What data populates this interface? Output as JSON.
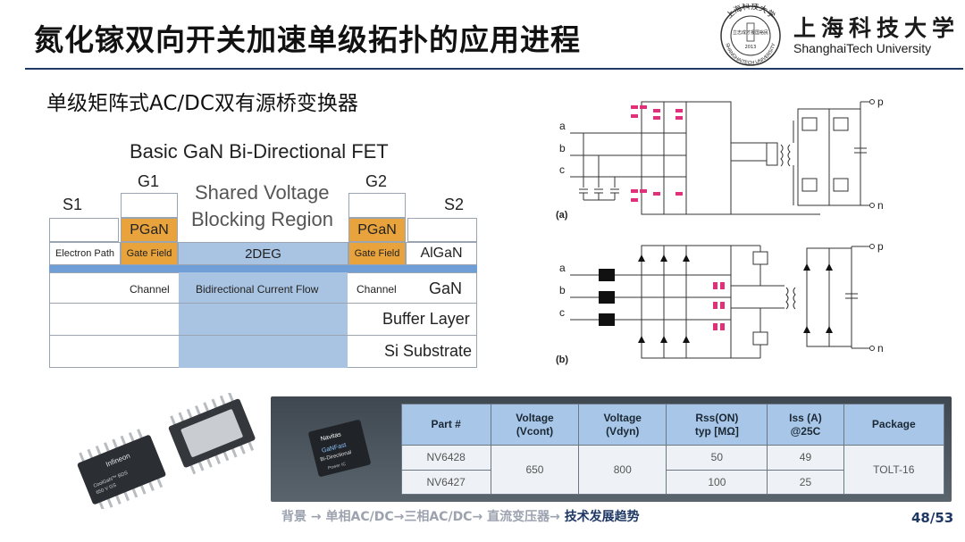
{
  "slide": {
    "title": "氮化镓双向开关加速单级拓扑的应用进程",
    "subtitle": "单级矩阵式AC/DC双有源桥变换器",
    "page_number": "48/53"
  },
  "university": {
    "name_cn": "上海科技大学",
    "name_en": "ShanghaiTech University",
    "seal_top": "上海科技大学",
    "seal_bottom": "SHANGHAITECH UNIVERSITY",
    "seal_left": "立志成才",
    "seal_right": "报国裕民",
    "seal_year": "2013"
  },
  "gan_figure": {
    "title": "Basic GaN Bi-Directional FET",
    "s1": "S1",
    "s2": "S2",
    "g1": "G1",
    "g2": "G2",
    "pgan_left": "PGaN",
    "pgan_right": "PGaN",
    "shared_line1": "Shared Voltage",
    "shared_line2": "Blocking Region",
    "electron_path": "Electron Path",
    "gate_field_left": "Gate Field",
    "twodeg": "2DEG",
    "gate_field_right": "Gate Field",
    "algan": "AlGaN",
    "channel_left": "Channel",
    "bidirectional_flow": "Bidirectional Current Flow",
    "channel_right": "Channel",
    "gan": "GaN",
    "buffer_layer": "Buffer Layer",
    "si_substrate": "Si Substrate"
  },
  "circuit": {
    "label_a": "(a)",
    "label_b": "(b)",
    "node_a": "a",
    "node_b": "b",
    "node_c": "c",
    "node_p": "p",
    "node_n": "n"
  },
  "chip_photo": {
    "brand": "Infineon",
    "marking_line1": "CoolGaN™ BDS",
    "marking_line2": "650 V GS"
  },
  "navitas_chip": {
    "brand": "Navitas",
    "line1": "GaNFast",
    "line2": "Bi-Directional",
    "line3": "Power IC"
  },
  "spec_table": {
    "headers": [
      "Part #",
      "Voltage (Vcont)",
      "Voltage (Vdyn)",
      "Rss(ON) typ [MΩ]",
      "Iss (A) @25C",
      "Package"
    ],
    "h_part": "Part #",
    "h_vcont_1": "Voltage",
    "h_vcont_2": "(Vcont)",
    "h_vdyn_1": "Voltage",
    "h_vdyn_2": "(Vdyn)",
    "h_rss_1": "Rss(ON)",
    "h_rss_2": "typ [MΩ]",
    "h_iss_1": "Iss (A)",
    "h_iss_2": "@25C",
    "h_pkg": "Package",
    "rows": [
      {
        "part": "NV6428",
        "vcont": "650",
        "vdyn": "800",
        "rss": "50",
        "iss": "49",
        "package": "TOLT-16"
      },
      {
        "part": "NV6427",
        "vcont": "650",
        "vdyn": "800",
        "rss": "100",
        "iss": "25",
        "package": "TOLT-16"
      }
    ]
  },
  "footer": {
    "nav_1": "背景",
    "nav_2": "单相AC/DC",
    "nav_3": "三相AC/DC",
    "nav_4": "直流变压器",
    "nav_current": "技术发展趋势",
    "arrow": "→"
  },
  "colors": {
    "accent_navy": "#1f3864",
    "pgan_orange": "#e8a33c",
    "channel_blue": "#a9c4e2",
    "algan_strip": "#6f9fd6",
    "switch_magenta": "#e0307a",
    "table_header": "#a8c7e8"
  }
}
